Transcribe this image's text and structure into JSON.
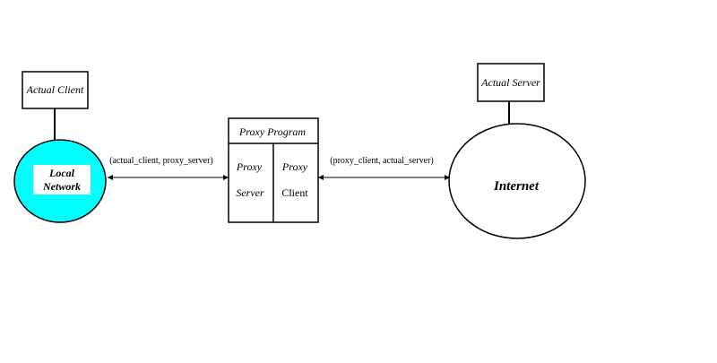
{
  "nodes": {
    "actual_client": {
      "label": "Actual Client"
    },
    "actual_server": {
      "label": "Actual Server"
    },
    "local_network": {
      "label_line1": "Local",
      "label_line2": "Network",
      "fill": "#00ffff"
    },
    "internet": {
      "label": "Internet"
    },
    "proxy_program": {
      "title": "Proxy Program",
      "server": {
        "line1": "Proxy",
        "line2": "Server"
      },
      "client": {
        "line1": "Proxy",
        "line2": "Client"
      }
    }
  },
  "links": {
    "left": "(actual_client, proxy_server)",
    "right": "(proxy_client, actual_server)"
  },
  "colors": {
    "line": "#000000",
    "background": "#ffffff"
  }
}
